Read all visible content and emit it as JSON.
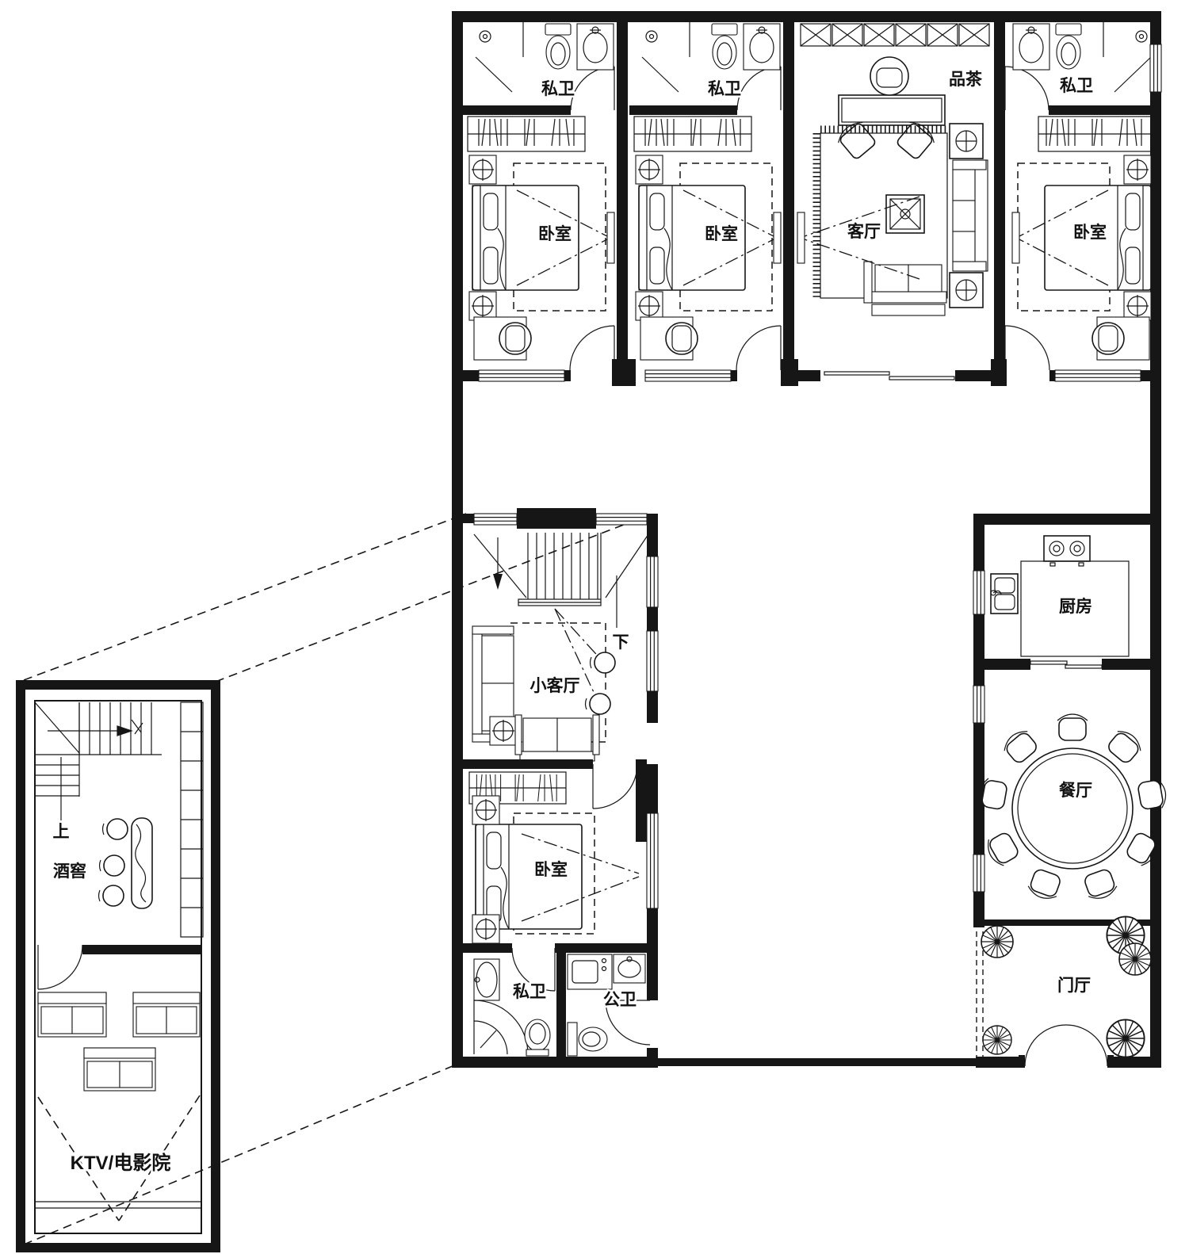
{
  "drawing": {
    "type": "residential-floor-plan",
    "ink_color": "#161616",
    "paper_color": "#ffffff"
  },
  "labels": {
    "suite1_bath": "私卫",
    "suite2_bath": "私卫",
    "suite3_bath": "私卫",
    "tea": "品茶",
    "bed1": "卧室",
    "bed2": "卧室",
    "bed3": "卧室",
    "bed4": "卧室",
    "living": "客厅",
    "small_living": "小客厅",
    "down": "下",
    "up": "上",
    "bath_private_lower": "私卫",
    "bath_public": "公卫",
    "kitchen": "厨房",
    "dining": "餐厅",
    "foyer": "门厅",
    "cellar": "酒窖",
    "ktv": "KTV/电影院"
  }
}
